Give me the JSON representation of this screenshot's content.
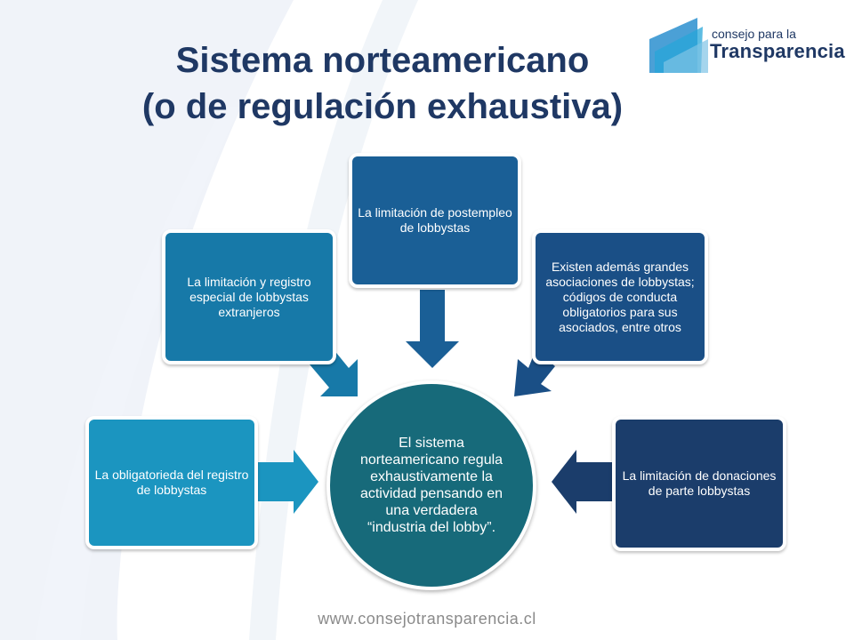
{
  "title": {
    "line1": "Sistema norteamericano",
    "line2": "(o de regulación exhaustiva)"
  },
  "logo": {
    "small": "consejo para la",
    "big": "Transparencia"
  },
  "center": {
    "text": "El sistema norteamericano regula exhaustivamente la actividad pensando en una verdadera “industria del lobby”."
  },
  "boxes": [
    {
      "text": "La obligatorieda del registro de lobbystas",
      "color": "#1b95c0"
    },
    {
      "text": "La limitación y registro especial de lobbystas extranjeros",
      "color": "#1779a8"
    },
    {
      "text": "La limitación de postempleo de lobbystas",
      "color": "#1a5f96"
    },
    {
      "text": "Existen además grandes asociaciones de lobbystas; códigos de conducta obligatorios para sus asociados, entre otros",
      "color": "#1a4f86"
    },
    {
      "text": "La limitación de donaciones de parte lobbystas",
      "color": "#1b3d6b"
    }
  ],
  "footer": {
    "url": "www.consejotransparencia.cl"
  }
}
